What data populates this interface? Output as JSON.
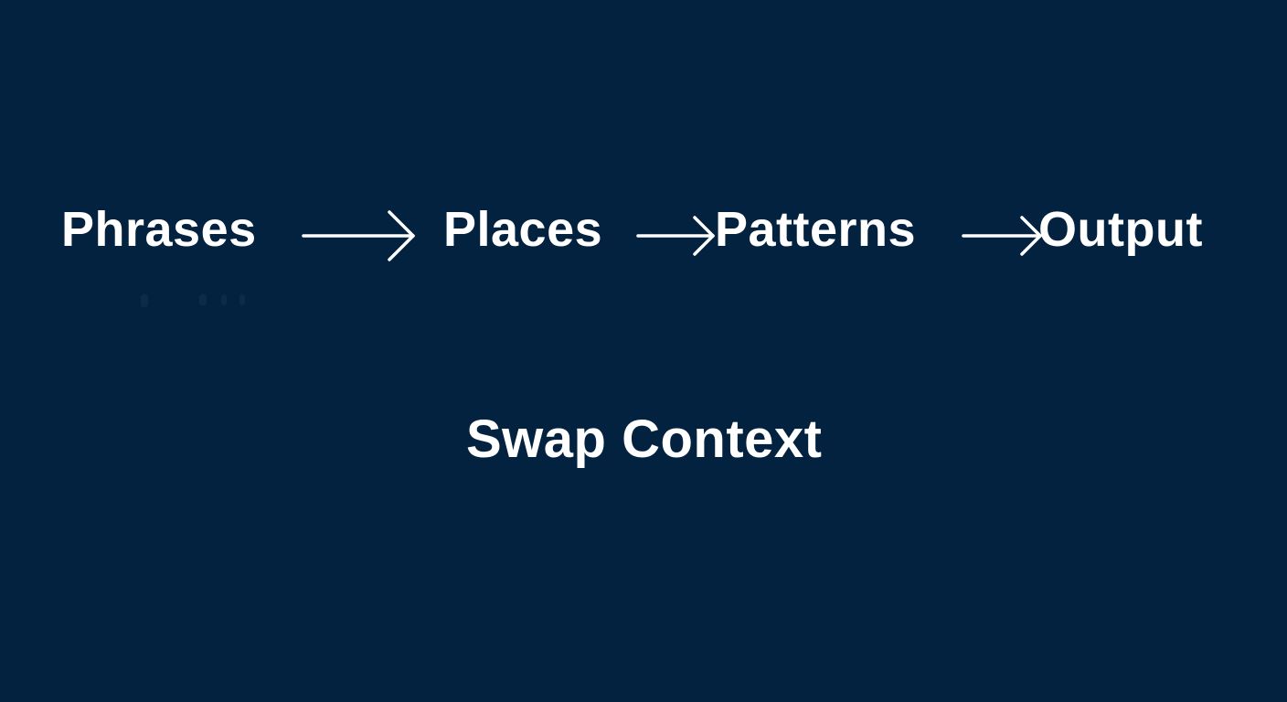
{
  "background_color": "#03223f",
  "text_color": "#ffffff",
  "flow": {
    "steps": [
      {
        "label": "Phrases"
      },
      {
        "label": "Places"
      },
      {
        "label": "Patterns"
      },
      {
        "label": "Output"
      }
    ],
    "connector_icon": "right-arrow-icon"
  },
  "caption": "Swap Context"
}
